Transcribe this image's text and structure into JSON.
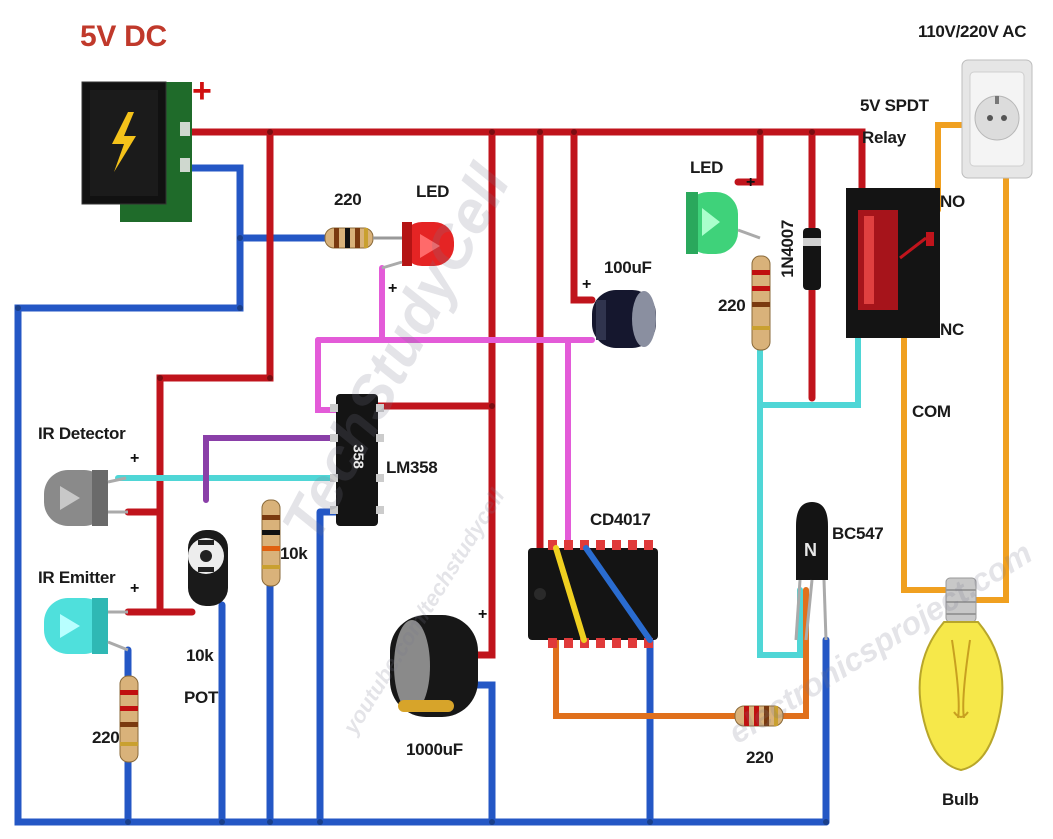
{
  "title": "5V DC",
  "ac_label": "110V/220V AC",
  "relay_label_1": "5V SPDT",
  "relay_label_2": "Relay",
  "no_label": "NO",
  "nc_label": "NC",
  "com_label": "COM",
  "led_red_label": "LED",
  "led_green_label": "LED",
  "r1_label": "220",
  "r2_label": "220",
  "r3_label": "220",
  "r4_label": "220",
  "cap_small_label": "100uF",
  "cap_big_label": "1000uF",
  "diode_label": "1N4007",
  "lm358_label": "LM358",
  "chip_marking": "358",
  "cd4017_label": "CD4017",
  "bc547_label": "BC547",
  "transistor_marking": "N",
  "ir_detector_label": "IR Detector",
  "ir_emitter_label": "IR Emitter",
  "pot_label_1": "10k",
  "pot_label_2": "POT",
  "r10k_label": "10k",
  "bulb_label": "Bulb",
  "plus": "+",
  "watermark_1": "TechStudyCell",
  "watermark_2": "youtube.com/techstudycell",
  "watermark_3": "electronicsproject.com",
  "colors": {
    "positive": "#c0141c",
    "negative": "#2457c5",
    "magenta": "#e35bd8",
    "cyan": "#4fd6d6",
    "orange": "#e0701c",
    "purple": "#8a3fa8",
    "ac": "#f0a020",
    "yellow": "#f0d020",
    "title": "#c0392b"
  }
}
